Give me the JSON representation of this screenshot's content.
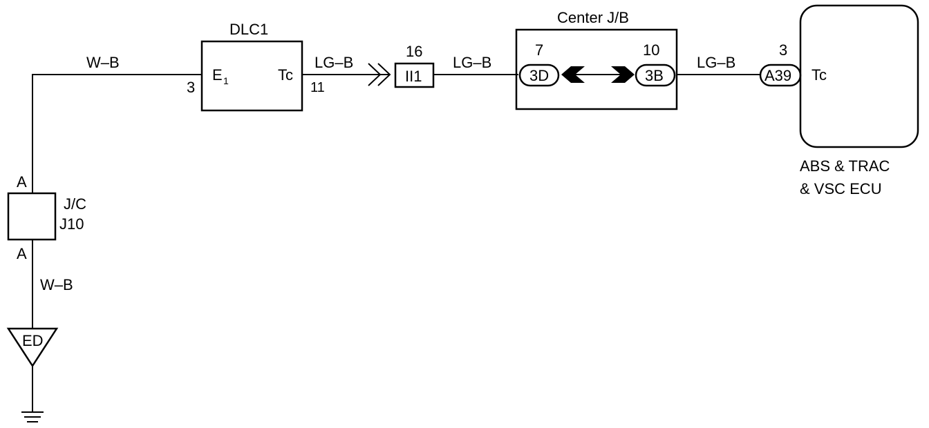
{
  "wires": {
    "ground_top": "W–B",
    "ground_bottom": "W–B",
    "dlc_to_ii1": "LG–B",
    "ii1_to_jb": "LG–B",
    "jb_to_ecu": "LG–B"
  },
  "dlc1": {
    "title": "DLC1",
    "pin_e1_main": "E",
    "pin_e1_sub": "1",
    "pin_e1_number": "3",
    "pin_tc": "Tc",
    "pin_tc_number": "11"
  },
  "connector_ii1": {
    "label": "II1",
    "pin_number": "16"
  },
  "center_jb": {
    "title": "Center J/B",
    "left_connector": "3D",
    "left_pin": "7",
    "right_connector": "3B",
    "right_pin": "10"
  },
  "ecu": {
    "connector": "A39",
    "pin_number": "3",
    "pin_name": "Tc",
    "name_line1": "ABS & TRAC",
    "name_line2": "& VSC ECU"
  },
  "junction": {
    "top_pin": "A",
    "bottom_pin": "A",
    "label_line1": "J/C",
    "label_line2": "J10"
  },
  "ground_point": {
    "label": "ED"
  }
}
